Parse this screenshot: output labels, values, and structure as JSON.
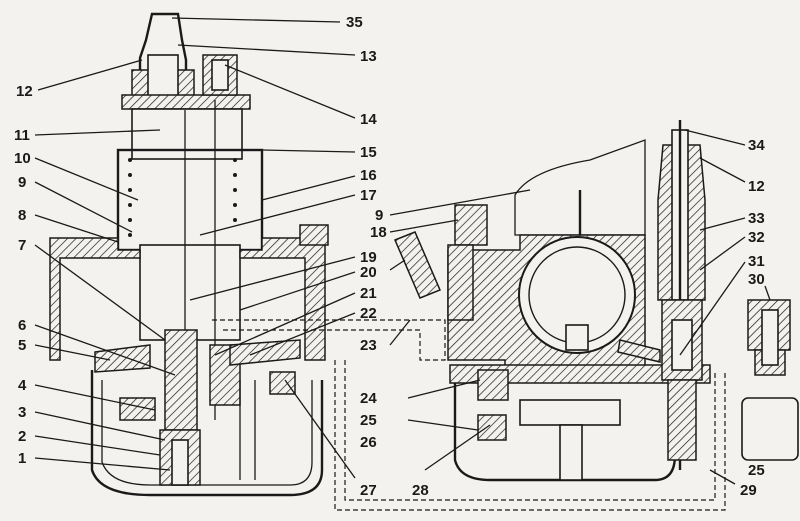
{
  "diagram": {
    "callouts": {
      "n1": "1",
      "n2": "2",
      "n3": "3",
      "n4": "4",
      "n5": "5",
      "n6": "6",
      "n7": "7",
      "n8": "8",
      "n9a": "9",
      "n10": "10",
      "n11": "11",
      "n12a": "12",
      "n13": "13",
      "n14": "14",
      "n15": "15",
      "n16": "16",
      "n17": "17",
      "n18": "18",
      "n19": "19",
      "n20": "20",
      "n21": "21",
      "n22": "22",
      "n23": "23",
      "n24": "24",
      "n25a": "25",
      "n26": "26",
      "n27": "27",
      "n28": "28",
      "n29": "29",
      "n30": "30",
      "n31": "31",
      "n32": "32",
      "n33": "33",
      "n34": "34",
      "n35": "35",
      "n9b": "9",
      "n12b": "12",
      "n25b": "25"
    }
  }
}
